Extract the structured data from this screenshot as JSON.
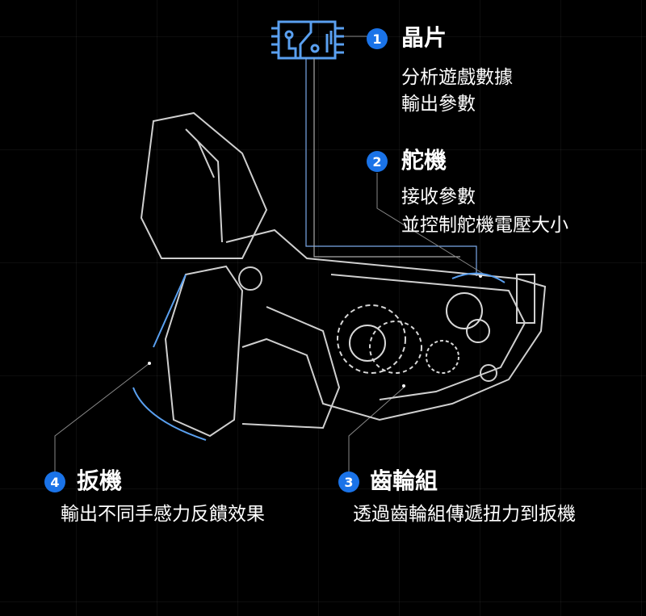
{
  "components": [
    {
      "number": "1",
      "title": "晶片",
      "lines": [
        "分析遊戲數據",
        "輸出參數"
      ]
    },
    {
      "number": "2",
      "title": "舵機",
      "lines": [
        "接收參數",
        "並控制舵機電壓大小"
      ]
    },
    {
      "number": "3",
      "title": "齒輪組",
      "lines": [
        "透過齒輪組傳遞扭力到扳機"
      ]
    },
    {
      "number": "4",
      "title": "扳機",
      "lines": [
        "輸出不同手感力反饋效果"
      ]
    }
  ],
  "colors": {
    "accent": "#1a73e8",
    "line": "#8a8a8a",
    "chip": "#5aa0f0"
  }
}
